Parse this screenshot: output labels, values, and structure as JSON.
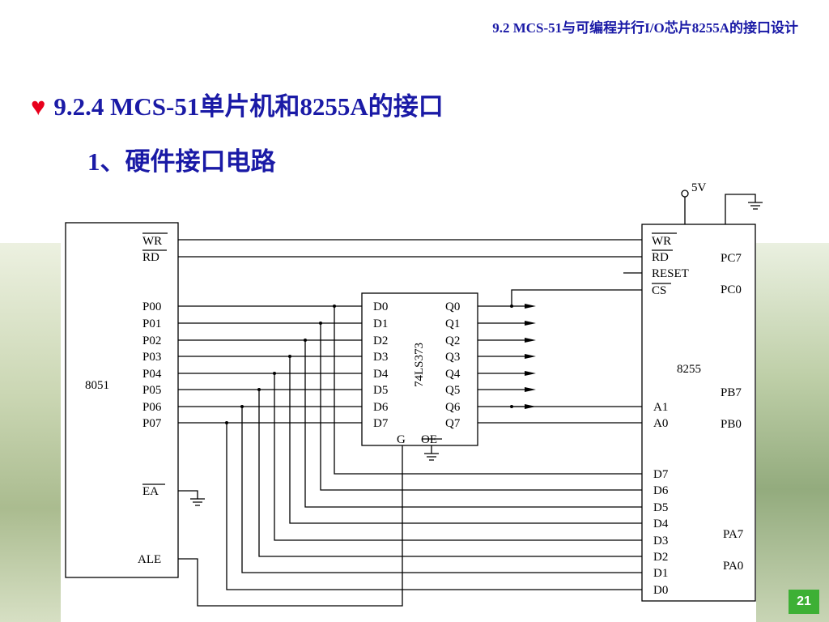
{
  "header": {
    "title": "9.2  MCS-51与可编程并行I/O芯片8255A的接口设计"
  },
  "section": {
    "bullet": "♥",
    "title": "9.2.4  MCS-51单片机和8255A的接口"
  },
  "subtitle": "1、硬件接口电路",
  "circuit": {
    "mcu": {
      "name": "8051",
      "pins": {
        "wr": "WR",
        "rd": "RD",
        "p00": "P00",
        "p01": "P01",
        "p02": "P02",
        "p03": "P03",
        "p04": "P04",
        "p05": "P05",
        "p06": "P06",
        "p07": "P07",
        "ea": "EA",
        "ale": "ALE"
      }
    },
    "latch": {
      "name": "74LS373",
      "d": [
        "D0",
        "D1",
        "D2",
        "D3",
        "D4",
        "D5",
        "D6",
        "D7"
      ],
      "q": [
        "Q0",
        "Q1",
        "Q2",
        "Q3",
        "Q4",
        "Q5",
        "Q6",
        "Q7"
      ],
      "g": "G",
      "oe": "OE"
    },
    "ppi": {
      "name": "8255",
      "left_pins": {
        "wr": "WR",
        "rd": "RD",
        "reset": "RESET",
        "cs": "CS",
        "a1": "A1",
        "a0": "A0",
        "d7": "D7",
        "d6": "D6",
        "d5": "D5",
        "d4": "D4",
        "d3": "D3",
        "d2": "D2",
        "d1": "D1",
        "d0": "D0"
      },
      "right_pins": {
        "pc7": "PC7",
        "pc0": "PC0",
        "pb7": "PB7",
        "pb0": "PB0",
        "pa7": "PA7",
        "pa0": "PA0"
      }
    },
    "power_label": "5V"
  },
  "page_number": "21"
}
